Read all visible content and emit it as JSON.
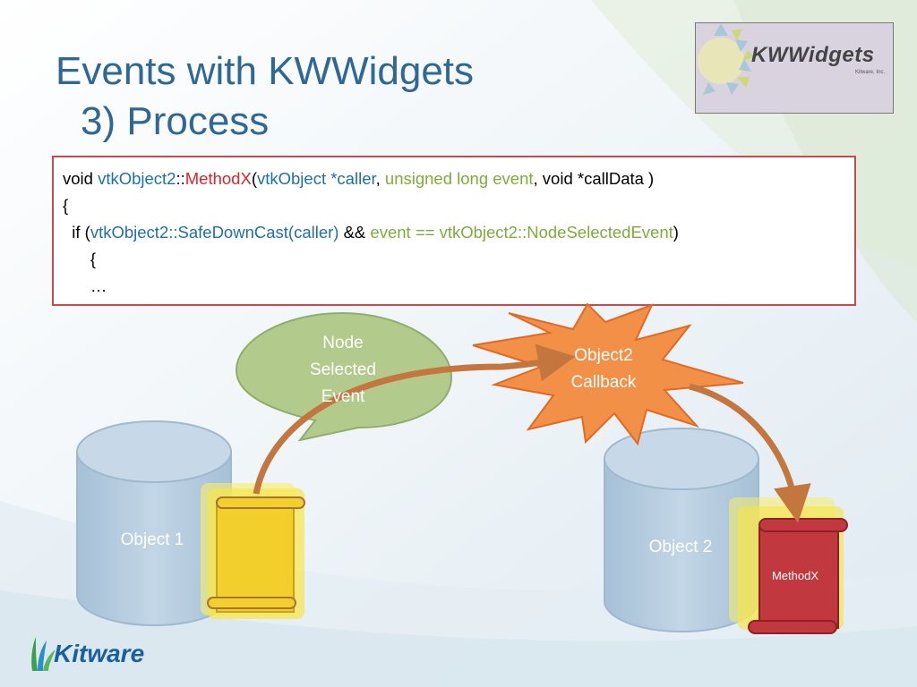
{
  "slide": {
    "title_line1": "Events with KWWidgets",
    "title_line2": "3) Process"
  },
  "logo": {
    "word": "KWWidgets",
    "sub": "Kitware, Inc."
  },
  "code": {
    "line1": [
      {
        "t": "void ",
        "c": "kw"
      },
      {
        "t": "vtkObject2",
        "c": "cls"
      },
      {
        "t": "::",
        "c": "kw"
      },
      {
        "t": "MethodX",
        "c": "fn"
      },
      {
        "t": "(",
        "c": "kw"
      },
      {
        "t": "vtkObject *caller",
        "c": "param"
      },
      {
        "t": ", ",
        "c": "kw"
      },
      {
        "t": "unsigned long event",
        "c": "green"
      },
      {
        "t": ", void *callData )",
        "c": "kw"
      }
    ],
    "line2": [
      {
        "t": "{",
        "c": "kw"
      }
    ],
    "line3": [
      {
        "t": "  if (",
        "c": "kw"
      },
      {
        "t": "vtkObject2::SafeDownCast(caller)",
        "c": "cls"
      },
      {
        "t": " && ",
        "c": "kw"
      },
      {
        "t": "event == vtkObject2::NodeSelectedEvent",
        "c": "green"
      },
      {
        "t": ")",
        "c": "kw"
      }
    ],
    "line4": [
      {
        "t": "      {",
        "c": "kw"
      }
    ],
    "line5": [
      {
        "t": "      …",
        "c": "kw"
      }
    ]
  },
  "diagram": {
    "bubble_l1": "Node",
    "bubble_l2": "Selected",
    "bubble_l3": "Event",
    "callback_l1": "Object2",
    "callback_l2": "Callback",
    "object1": "Object 1",
    "object2": "Object 2",
    "methodx": "MethodX"
  },
  "footer": {
    "brand": "Kitware"
  },
  "colors": {
    "title": "#2f6796",
    "code_border": "#c9494d",
    "burst": "#f39048",
    "bubble": "#b2cb8d",
    "cylinder": "#b3cce0",
    "arrow": "#c4763f",
    "scroll_yellow": "#f3d229",
    "scroll_red": "#c1393e"
  }
}
